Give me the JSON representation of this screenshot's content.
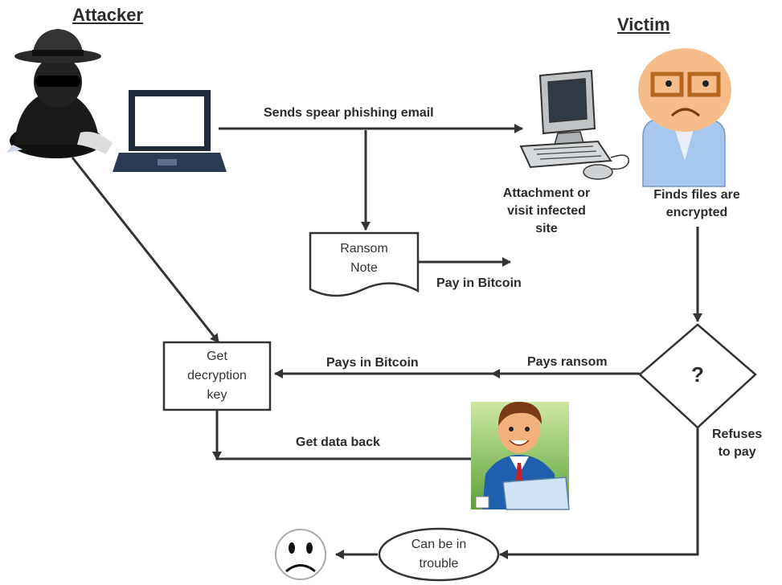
{
  "headers": {
    "attacker": "Attacker",
    "victim": "Victim"
  },
  "edges": {
    "sends_email": "Sends spear phishing email",
    "pay_in_bitcoin_note": "Pay in Bitcoin",
    "pays_ransom": "Pays ransom",
    "pays_in_bitcoin": "Pays in Bitcoin",
    "get_data_back": "Get data back",
    "refuses_line1": "Refuses",
    "refuses_line2": "to pay"
  },
  "nodes": {
    "attachment_line1": "Attachment or",
    "attachment_line2": "visit infected",
    "attachment_line3": "site",
    "finds_line1": "Finds files are",
    "finds_line2": "encrypted",
    "ransom_line1": "Ransom",
    "ransom_line2": "Note",
    "decision": "?",
    "key_line1": "Get",
    "key_line2": "decryption",
    "key_line3": "key",
    "trouble_line1": "Can be in",
    "trouble_line2": "trouble"
  },
  "icons": [
    "hacker-icon",
    "laptop-icon",
    "desktop-computer-icon",
    "worried-man-icon",
    "happy-businessman-icon",
    "sad-face-icon"
  ]
}
